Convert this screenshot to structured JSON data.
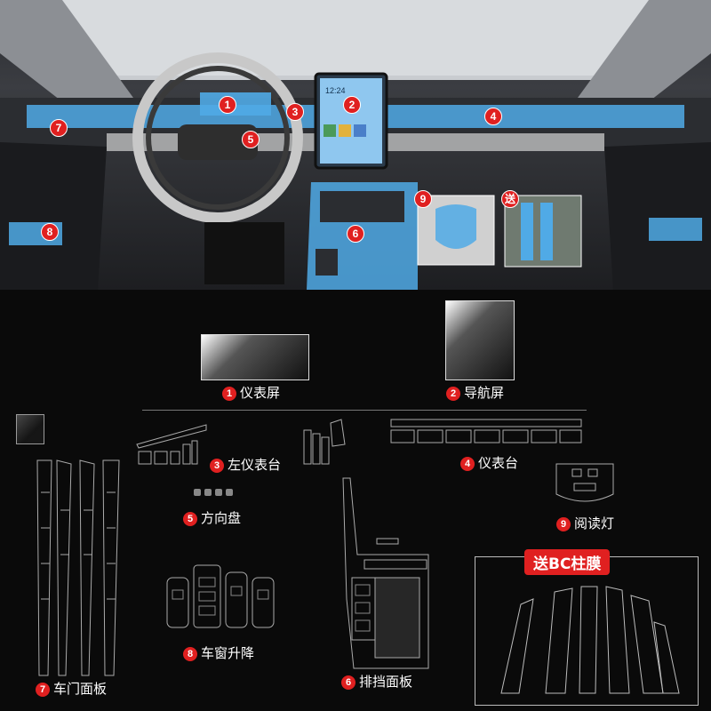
{
  "callouts": [
    "1",
    "2",
    "3",
    "4",
    "5",
    "6",
    "7",
    "8",
    "9",
    "送"
  ],
  "screen_time": "12:24",
  "parts": [
    {
      "num": "1",
      "name": "仪表屏"
    },
    {
      "num": "2",
      "name": "导航屏"
    },
    {
      "num": "3",
      "name": "左仪表台"
    },
    {
      "num": "4",
      "name": "仪表台"
    },
    {
      "num": "5",
      "name": "方向盘"
    },
    {
      "num": "6",
      "name": "排挡面板"
    },
    {
      "num": "7",
      "name": "车门面板"
    },
    {
      "num": "8",
      "name": "车窗升降"
    },
    {
      "num": "9",
      "name": "阅读灯"
    }
  ],
  "promo": "送BC柱膜",
  "colors": {
    "accent": "#e02020",
    "film_blue": "#50aae6",
    "background": "#000000"
  }
}
